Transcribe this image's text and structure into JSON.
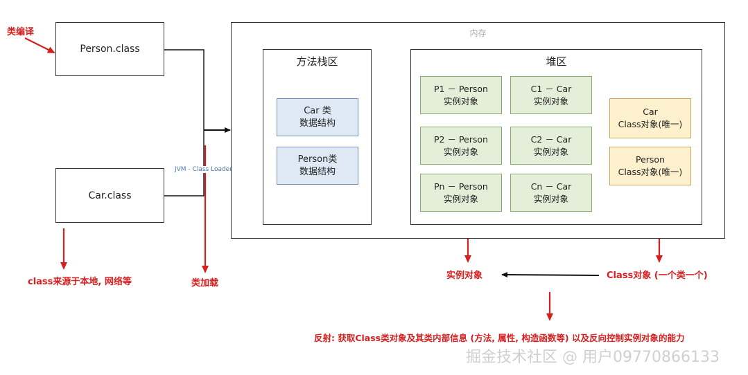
{
  "left": {
    "compile_label": "类编译",
    "person_class": "Person.class",
    "car_class": "Car.class",
    "source_label": "class来源于本地, 网络等",
    "loader_label": "JVM - Class Loader",
    "load_label": "类加载"
  },
  "memory": {
    "title": "内存",
    "method_area": {
      "title": "方法栈区",
      "items": [
        {
          "line1": "Car 类",
          "line2": "数据结构"
        },
        {
          "line1": "Person类",
          "line2": "数据结构"
        }
      ]
    },
    "heap": {
      "title": "堆区",
      "instances": [
        {
          "line1": "P1 － Person",
          "line2": "实例对象"
        },
        {
          "line1": "C1 － Car",
          "line2": "实例对象"
        },
        {
          "line1": "P2 － Person",
          "line2": "实例对象"
        },
        {
          "line1": "C2 － Car",
          "line2": "实例对象"
        },
        {
          "line1": "Pn － Person",
          "line2": "实例对象"
        },
        {
          "line1": "Cn － Car",
          "line2": "实例对象"
        }
      ],
      "class_objects": [
        {
          "line1": "Car",
          "line2": "Class对象(唯一)"
        },
        {
          "line1": "Person",
          "line2": "Class对象(唯一)"
        }
      ]
    }
  },
  "annotations": {
    "instance_label": "实例对象",
    "class_object_label": "Class对象 (一个类一个)",
    "reflection": "反射: 获取Class类对象及其类内部信息 (方法, 属性, 构造函数等) 以及反向控制实例对象的能力"
  },
  "watermark": "掘金技术社区 @ 用户09770866133",
  "colors": {
    "red": "#d62020",
    "black": "#111111"
  }
}
